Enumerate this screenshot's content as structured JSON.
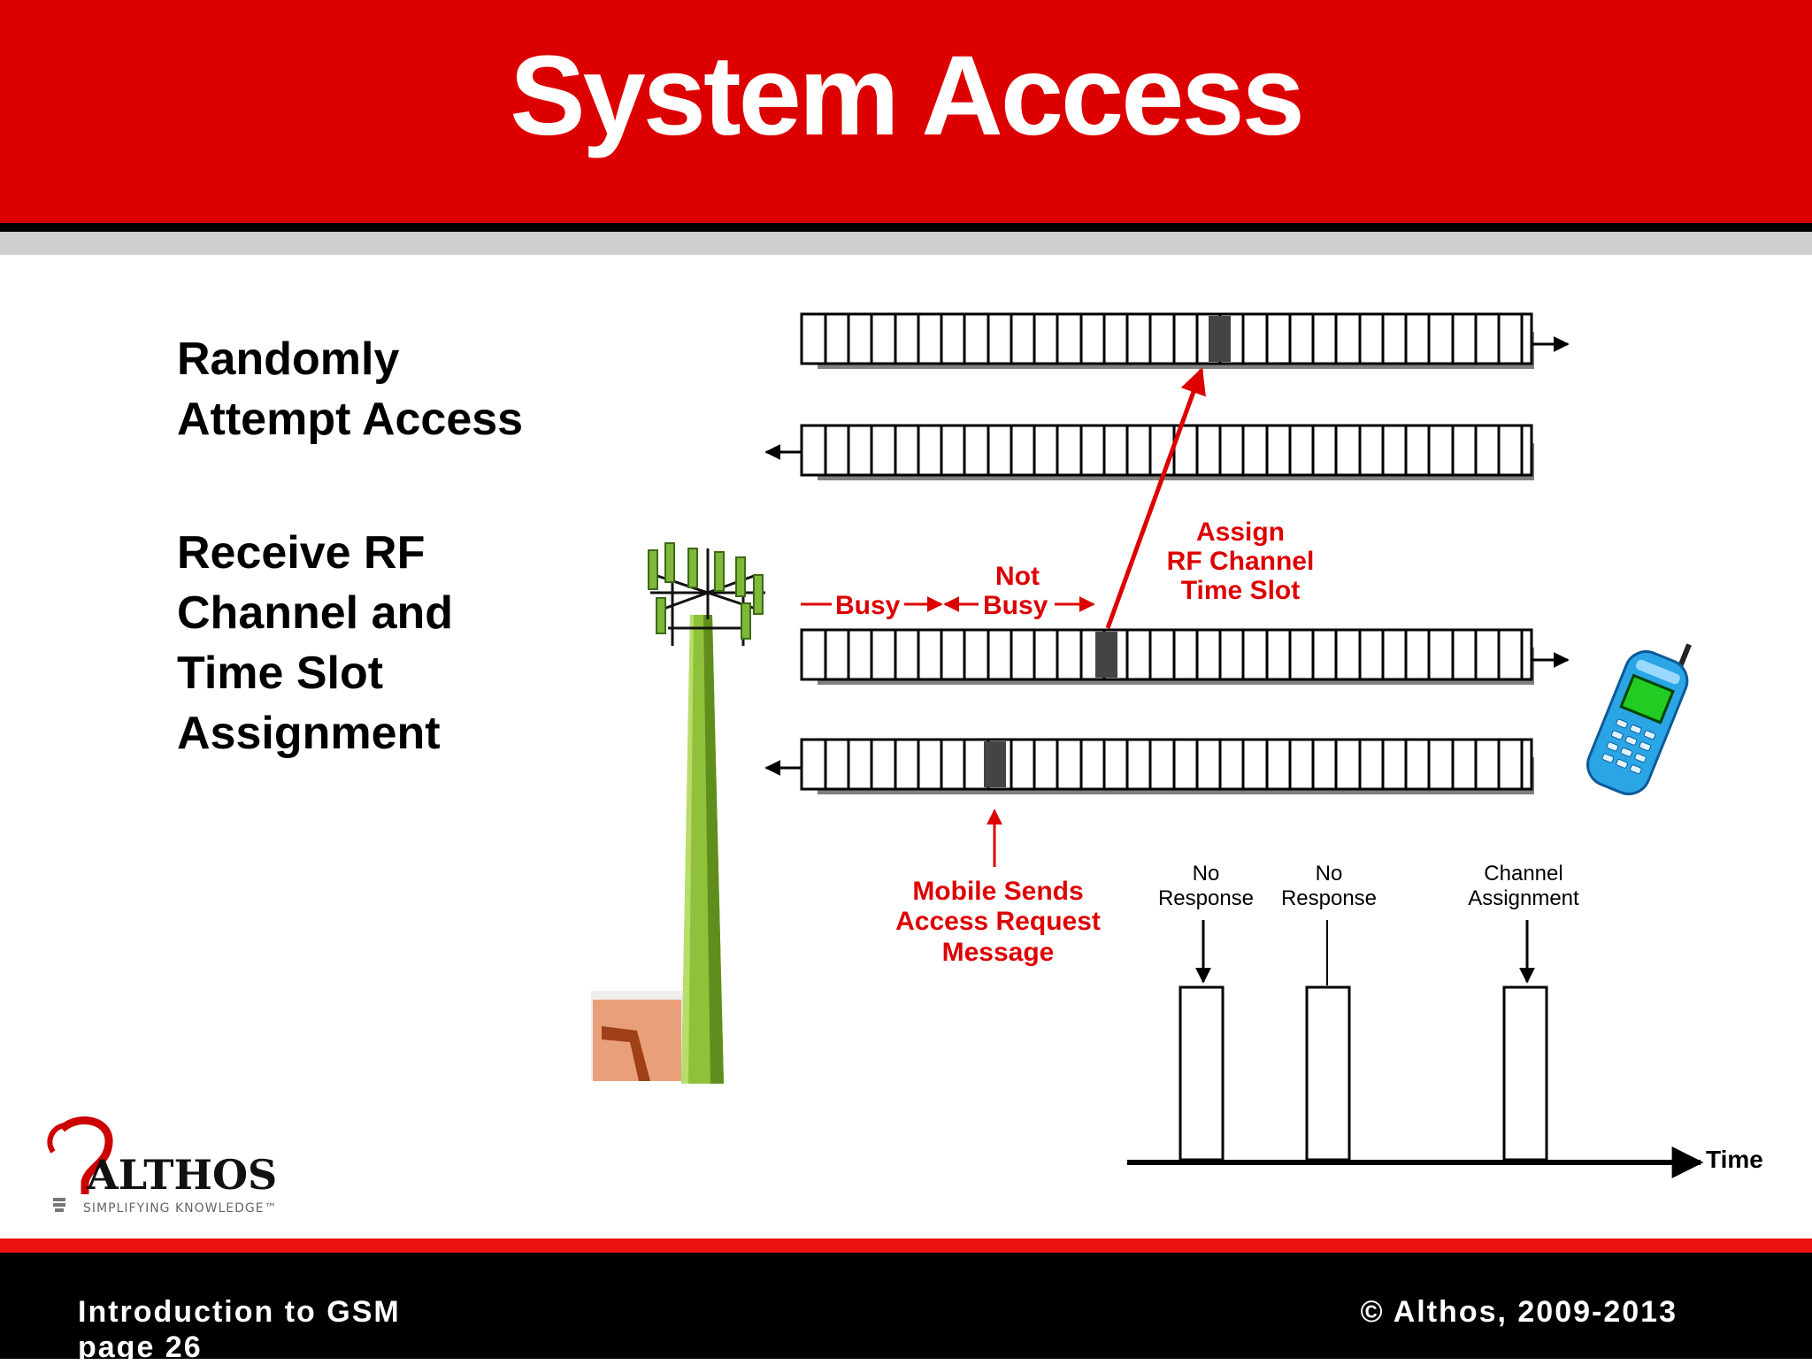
{
  "slide": {
    "title": "System Access",
    "bullets": [
      "Randomly Attempt Access",
      "Receive RF Channel and Time Slot Assignment"
    ]
  },
  "diagram": {
    "labels": {
      "busy": "Busy",
      "not_busy_line1": "Not",
      "not_busy_line2": "Busy",
      "assign_line1": "Assign",
      "assign_line2": "RF Channel",
      "assign_line3": "Time Slot",
      "mobile_line1": "Mobile Sends",
      "mobile_line2": "Access Request",
      "mobile_line3": "Message",
      "no_response_1_line1": "No",
      "no_response_1_line2": "Response",
      "no_response_2_line1": "No",
      "no_response_2_line2": "Response",
      "channel_line1": "Channel",
      "channel_line2": "Assignment",
      "time_axis": "Time"
    },
    "colors": {
      "accent_red": "#dd0000",
      "tower_green": "#8fc23a",
      "phone_blue": "#2aa6e6"
    }
  },
  "logo": {
    "name": "ALTHOS",
    "tagline": "SIMPLIFYING KNOWLEDGE™"
  },
  "footer": {
    "course": "Introduction to GSM",
    "page": "page 26",
    "copyright": "© Althos, 2009-2013"
  }
}
